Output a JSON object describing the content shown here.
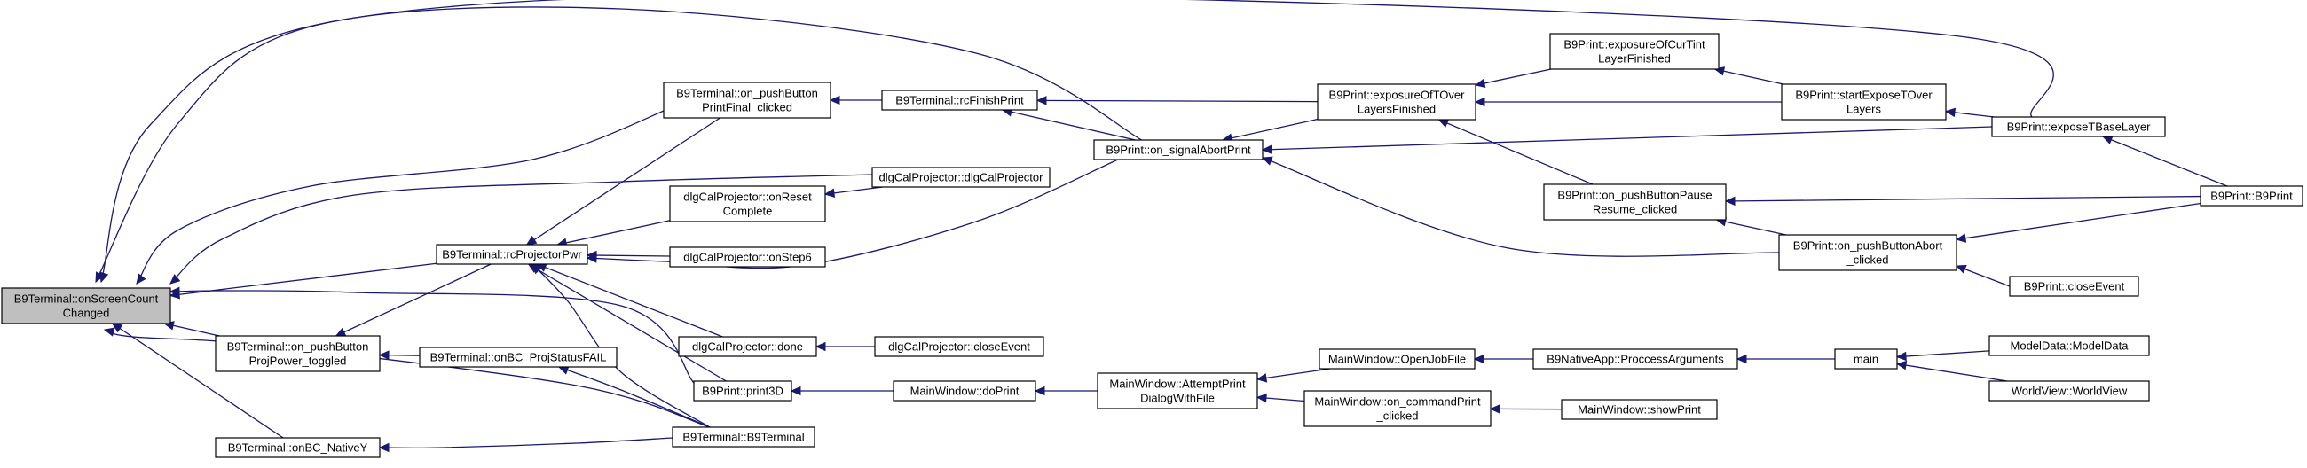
{
  "graph": {
    "nodes": [
      {
        "id": "root",
        "lines": [
          "B9Terminal::onScreenCount",
          "Changed"
        ],
        "highlight": true
      },
      {
        "id": "pushPower",
        "lines": [
          "B9Terminal::on_pushButton",
          "ProjPower_toggled"
        ]
      },
      {
        "id": "nativeY",
        "lines": [
          "B9Terminal::onBC_NativeY"
        ]
      },
      {
        "id": "rcProj",
        "lines": [
          "B9Terminal::rcProjectorPwr"
        ]
      },
      {
        "id": "projFail",
        "lines": [
          "B9Terminal::onBC_ProjStatusFAIL"
        ]
      },
      {
        "id": "b9term",
        "lines": [
          "B9Terminal::B9Terminal"
        ]
      },
      {
        "id": "print3d",
        "lines": [
          "B9Print::print3D"
        ]
      },
      {
        "id": "printFinal",
        "lines": [
          "B9Terminal::on_pushButton",
          "PrintFinal_clicked"
        ]
      },
      {
        "id": "rcFinish",
        "lines": [
          "B9Terminal::rcFinishPrint"
        ]
      },
      {
        "id": "calReset",
        "lines": [
          "dlgCalProjector::onReset",
          "Complete"
        ]
      },
      {
        "id": "calStep6",
        "lines": [
          "dlgCalProjector::onStep6"
        ]
      },
      {
        "id": "calDone",
        "lines": [
          "dlgCalProjector::done"
        ]
      },
      {
        "id": "calCtor",
        "lines": [
          "dlgCalProjector::dlgCalProjector"
        ]
      },
      {
        "id": "calClose",
        "lines": [
          "dlgCalProjector::closeEvent"
        ]
      },
      {
        "id": "doPrint",
        "lines": [
          "MainWindow::doPrint"
        ]
      },
      {
        "id": "attempt",
        "lines": [
          "MainWindow::AttemptPrint",
          "DialogWithFile"
        ]
      },
      {
        "id": "openJob",
        "lines": [
          "MainWindow::OpenJobFile"
        ]
      },
      {
        "id": "cmdPrint",
        "lines": [
          "MainWindow::on_commandPrint",
          "_clicked"
        ]
      },
      {
        "id": "showPrint",
        "lines": [
          "MainWindow::showPrint"
        ]
      },
      {
        "id": "procArgs",
        "lines": [
          "B9NativeApp::ProccessArguments"
        ]
      },
      {
        "id": "main",
        "lines": [
          "main"
        ]
      },
      {
        "id": "modelData",
        "lines": [
          "ModelData::ModelData"
        ]
      },
      {
        "id": "worldView",
        "lines": [
          "WorldView::WorldView"
        ]
      },
      {
        "id": "abort",
        "lines": [
          "B9Print::on_signalAbortPrint"
        ]
      },
      {
        "id": "overLayers",
        "lines": [
          "B9Print::exposureOfTOver",
          "LayersFinished"
        ]
      },
      {
        "id": "curTint",
        "lines": [
          "B9Print::exposureOfCurTint",
          "LayerFinished"
        ]
      },
      {
        "id": "startExpose",
        "lines": [
          "B9Print::startExposeTOver",
          "Layers"
        ]
      },
      {
        "id": "baseLayer",
        "lines": [
          "B9Print::exposeTBaseLayer"
        ]
      },
      {
        "id": "pause",
        "lines": [
          "B9Print::on_pushButtonPause",
          "Resume_clicked"
        ]
      },
      {
        "id": "btnAbort",
        "lines": [
          "B9Print::on_pushButtonAbort",
          "_clicked"
        ]
      },
      {
        "id": "b9print",
        "lines": [
          "B9Print::B9Print"
        ]
      },
      {
        "id": "closeEvent",
        "lines": [
          "B9Print::closeEvent"
        ]
      }
    ],
    "edges": [
      {
        "from": "pushPower",
        "to": "root"
      },
      {
        "from": "nativeY",
        "to": "root"
      },
      {
        "from": "rcProj",
        "to": "root"
      },
      {
        "from": "b9term",
        "to": "root"
      },
      {
        "from": "print3d",
        "to": "root"
      },
      {
        "from": "printFinal",
        "to": "root"
      },
      {
        "from": "calCtor",
        "to": "root"
      },
      {
        "from": "abort",
        "to": "root"
      },
      {
        "from": "baseLayer",
        "to": "root"
      },
      {
        "from": "projFail",
        "to": "pushPower"
      },
      {
        "from": "rcProj",
        "to": "pushPower"
      },
      {
        "from": "b9term",
        "to": "nativeY"
      },
      {
        "from": "b9term",
        "to": "projFail"
      },
      {
        "from": "printFinal",
        "to": "rcProj"
      },
      {
        "from": "calReset",
        "to": "rcProj"
      },
      {
        "from": "calStep6",
        "to": "rcProj"
      },
      {
        "from": "calDone",
        "to": "rcProj"
      },
      {
        "from": "print3d",
        "to": "rcProj"
      },
      {
        "from": "abort",
        "to": "rcProj"
      },
      {
        "from": "b9term",
        "to": "rcProj"
      },
      {
        "from": "rcFinish",
        "to": "printFinal"
      },
      {
        "from": "calCtor",
        "to": "calReset"
      },
      {
        "from": "calClose",
        "to": "calDone"
      },
      {
        "from": "doPrint",
        "to": "print3d"
      },
      {
        "from": "attempt",
        "to": "doPrint"
      },
      {
        "from": "openJob",
        "to": "attempt"
      },
      {
        "from": "cmdPrint",
        "to": "attempt"
      },
      {
        "from": "showPrint",
        "to": "cmdPrint"
      },
      {
        "from": "procArgs",
        "to": "openJob"
      },
      {
        "from": "main",
        "to": "procArgs"
      },
      {
        "from": "modelData",
        "to": "main"
      },
      {
        "from": "worldView",
        "to": "main"
      },
      {
        "from": "overLayers",
        "to": "rcFinish"
      },
      {
        "from": "abort",
        "to": "rcFinish"
      },
      {
        "from": "overLayers",
        "to": "abort"
      },
      {
        "from": "baseLayer",
        "to": "abort"
      },
      {
        "from": "btnAbort",
        "to": "abort"
      },
      {
        "from": "curTint",
        "to": "overLayers"
      },
      {
        "from": "startExpose",
        "to": "overLayers"
      },
      {
        "from": "pause",
        "to": "overLayers"
      },
      {
        "from": "startExpose",
        "to": "curTint"
      },
      {
        "from": "baseLayer",
        "to": "startExpose"
      },
      {
        "from": "b9print",
        "to": "baseLayer"
      },
      {
        "from": "b9print",
        "to": "pause"
      },
      {
        "from": "btnAbort",
        "to": "pause"
      },
      {
        "from": "b9print",
        "to": "btnAbort"
      },
      {
        "from": "closeEvent",
        "to": "btnAbort"
      }
    ]
  }
}
